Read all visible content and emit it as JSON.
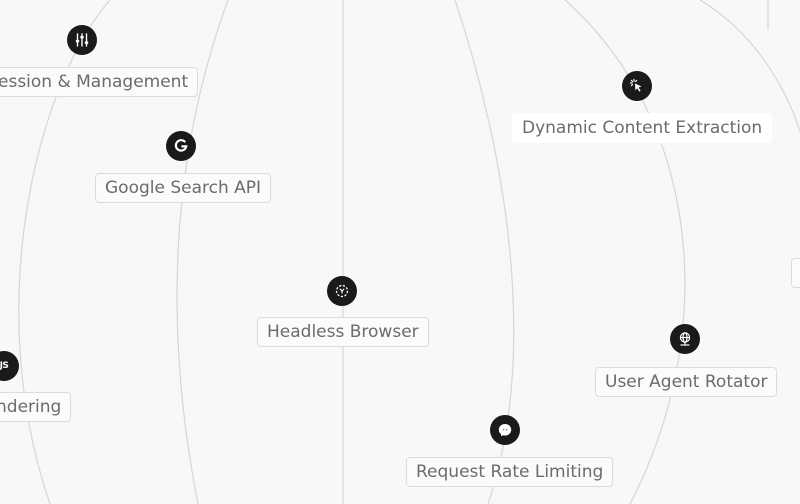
{
  "nodes": {
    "session_management": {
      "label": "ession & Management",
      "icon": "sliders-icon"
    },
    "google_search_api": {
      "label": "Google Search API",
      "icon": "google-icon"
    },
    "dynamic_content_extraction": {
      "label": "Dynamic Content Extraction",
      "icon": "cursor-click-icon"
    },
    "headless_browser": {
      "label": "Headless Browser",
      "icon": "focus-frame-icon"
    },
    "rendering": {
      "label": "ndering",
      "icon": "js-badge-icon",
      "icon_text": "JS"
    },
    "user_agent_rotator": {
      "label": "User Agent Rotator",
      "icon": "globe-network-icon"
    },
    "request_rate_limiting": {
      "label": "Request Rate Limiting",
      "icon": "messenger-icon"
    }
  },
  "colors": {
    "background": "#f8f8f8",
    "icon_bg": "#1a1a1a",
    "pill_border": "#dcdcdc",
    "pill_text": "#6b6b6b",
    "connector": "#d6d6d6"
  }
}
